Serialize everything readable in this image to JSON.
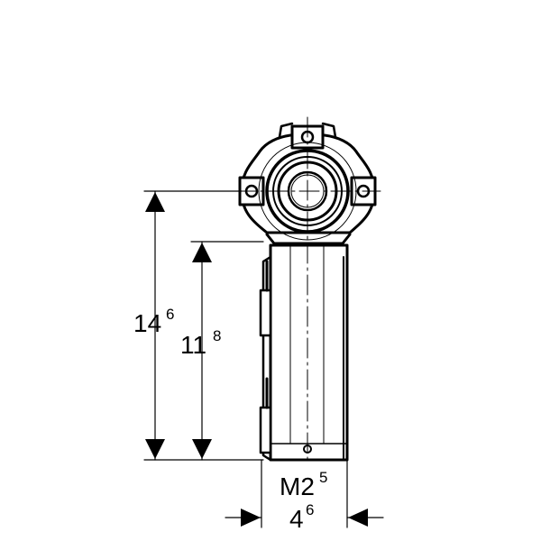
{
  "dimensions": {
    "overall_height": {
      "main": "14",
      "sup": "6"
    },
    "body_height": {
      "main": "11",
      "sup": "8"
    },
    "thread": {
      "main": "M2",
      "sup": "5"
    },
    "width": {
      "main": "4",
      "sup": "6"
    }
  }
}
